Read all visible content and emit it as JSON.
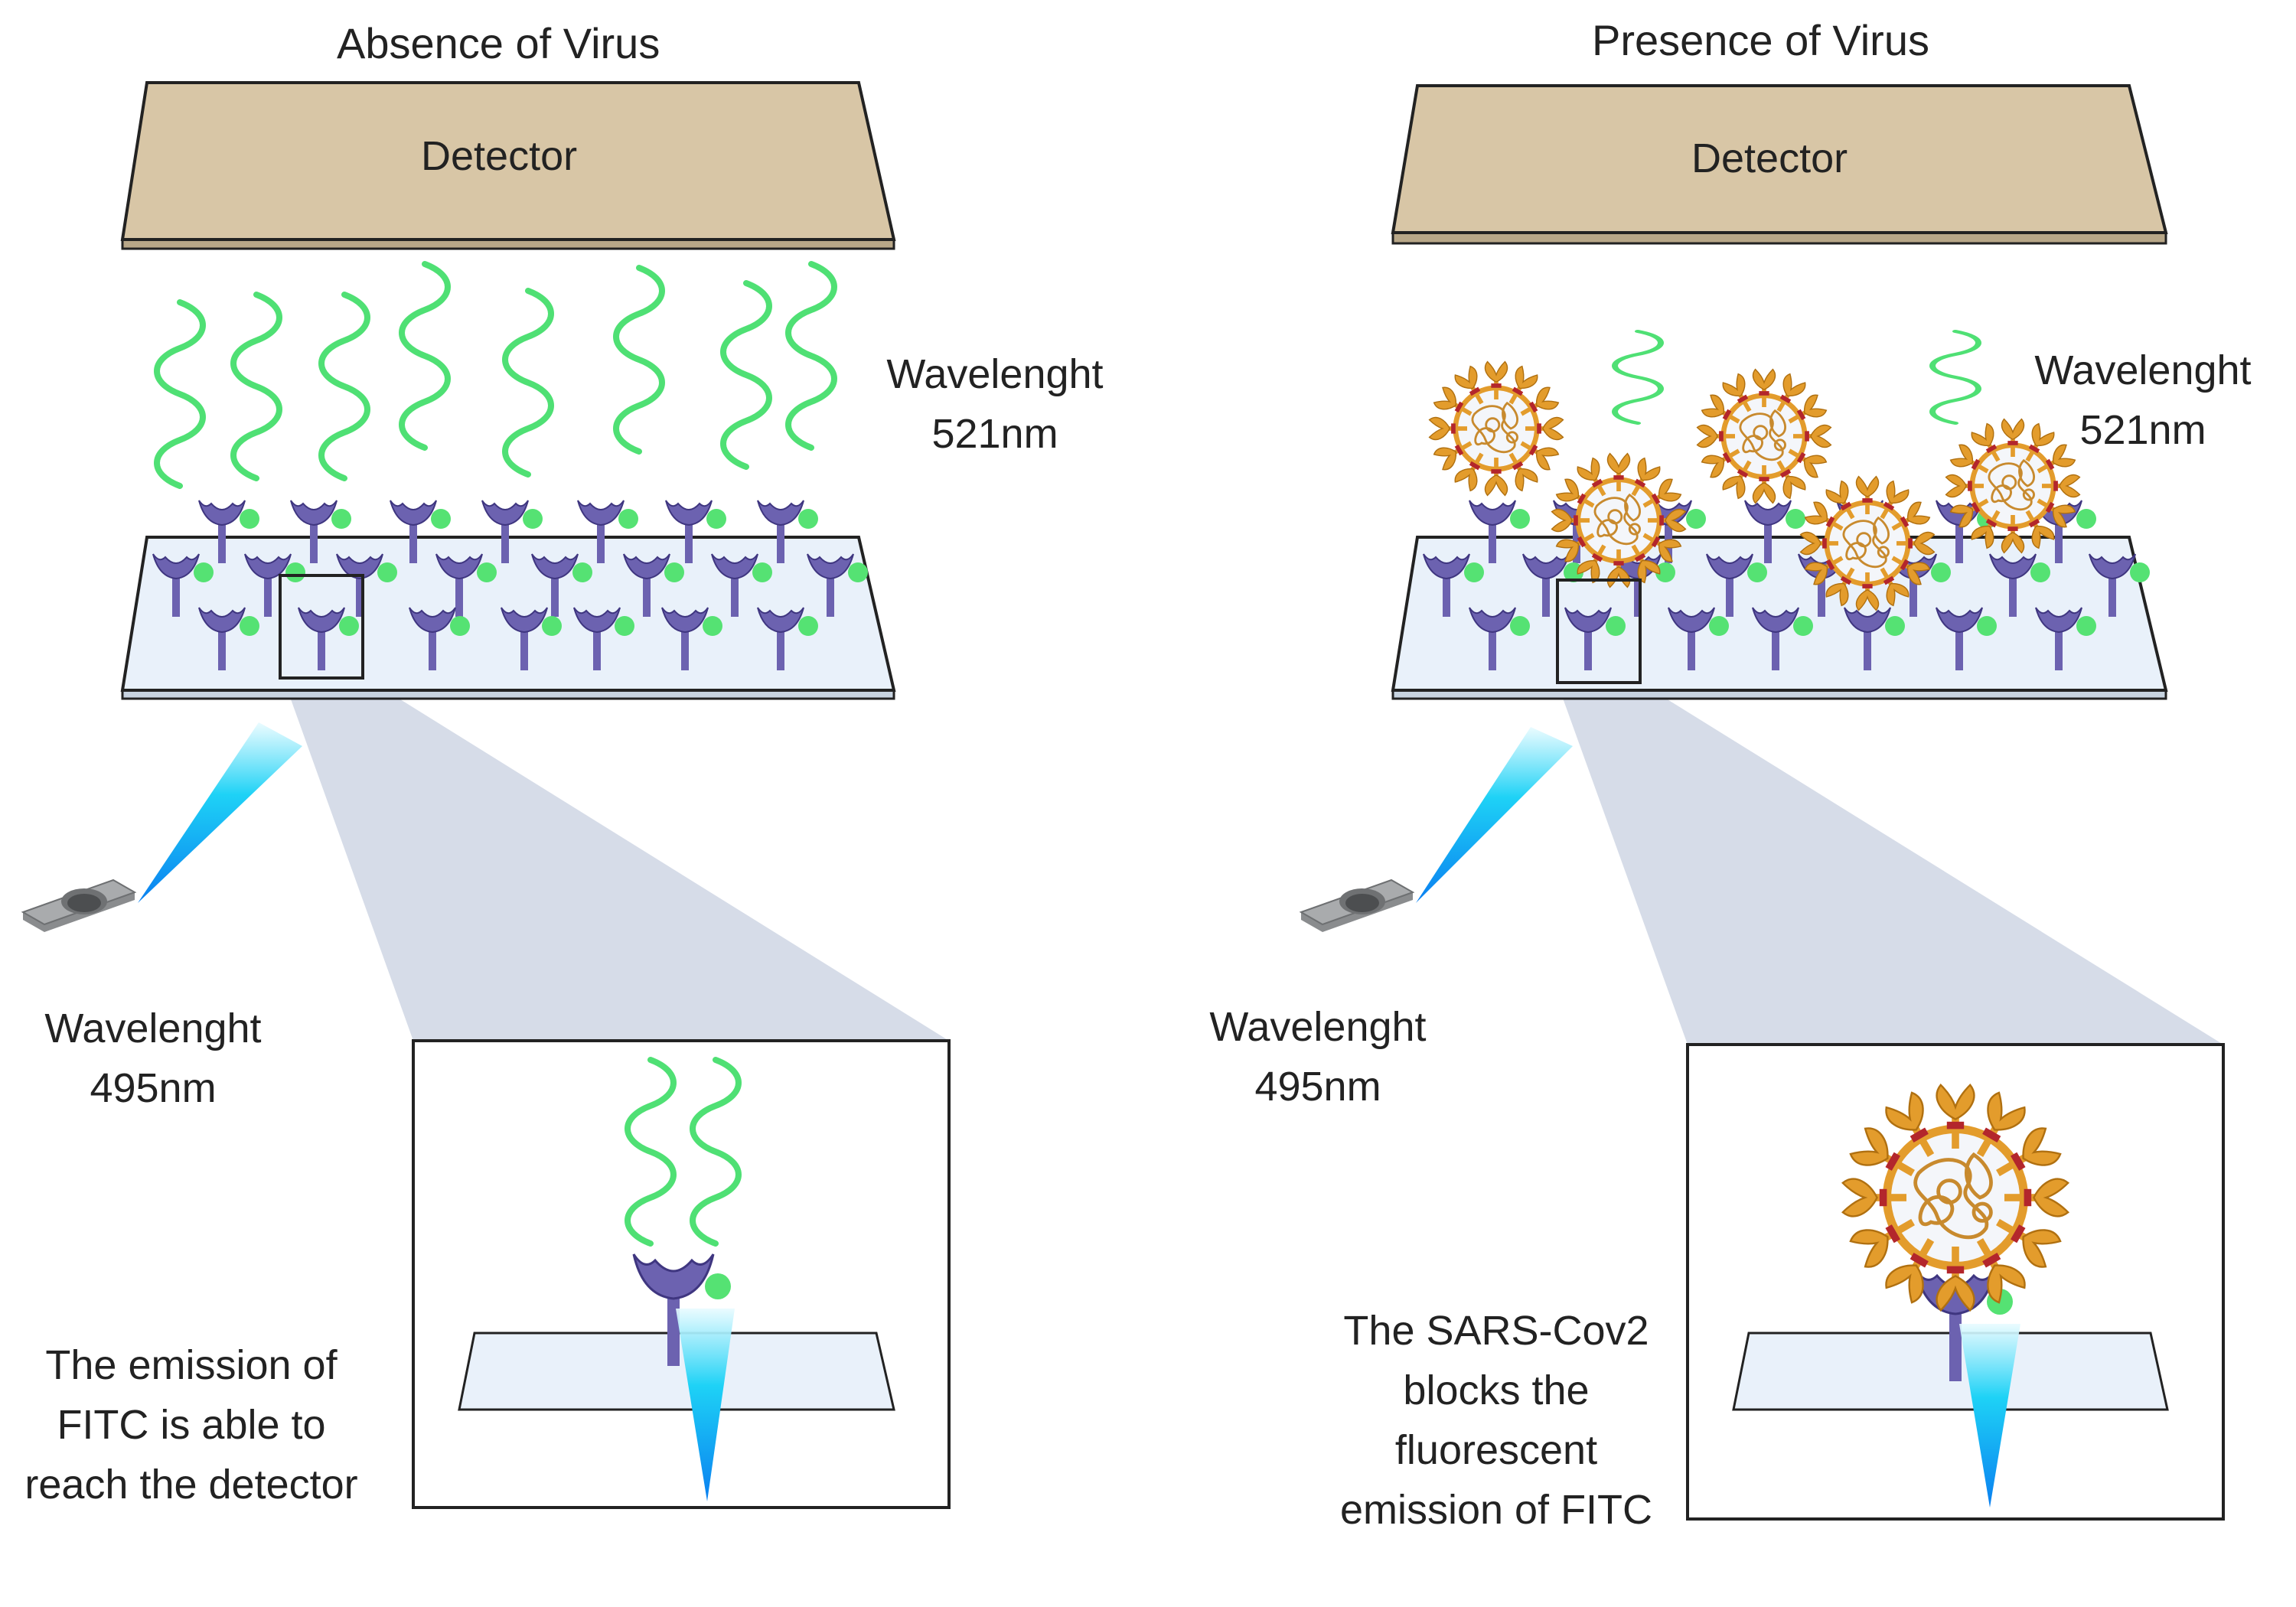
{
  "panels": [
    {
      "title": "Absence of Virus",
      "detector": "Detector",
      "emission_label": [
        "Wavelenght",
        "521nm"
      ],
      "excitation_label": [
        "Wavelenght",
        "495nm"
      ],
      "caption": [
        "The emission of",
        "FITC is able to",
        "reach the detector"
      ],
      "virus_present": false
    },
    {
      "title": "Presence of Virus",
      "detector": "Detector",
      "emission_label": [
        "Wavelenght",
        "521nm"
      ],
      "excitation_label": [
        "Wavelenght",
        "495nm"
      ],
      "caption": [
        "The SARS-Cov2",
        "blocks the",
        "fluorescent",
        "emission of FITC"
      ],
      "virus_present": true
    }
  ],
  "colors": {
    "detector": "#d8c6a6",
    "slide": "#e9f1fa",
    "antibody": "#6c62b0",
    "fitc": "#55e273",
    "emission_wave": "#4fe074",
    "excitation_beam": "#1aa8f0",
    "zoom_cone": "#d6dce8",
    "virus_capsid": "#e39c2c",
    "virus_rna": "#c88a2e",
    "spike_band": "#b3262c",
    "light_source": "#a9abad"
  },
  "icons": [
    "detector-plate",
    "glass-slide",
    "antibody-icon",
    "fitc-dot-icon",
    "emission-wave-icon",
    "light-source-icon",
    "excitation-beam-icon",
    "virus-icon",
    "zoom-box"
  ]
}
